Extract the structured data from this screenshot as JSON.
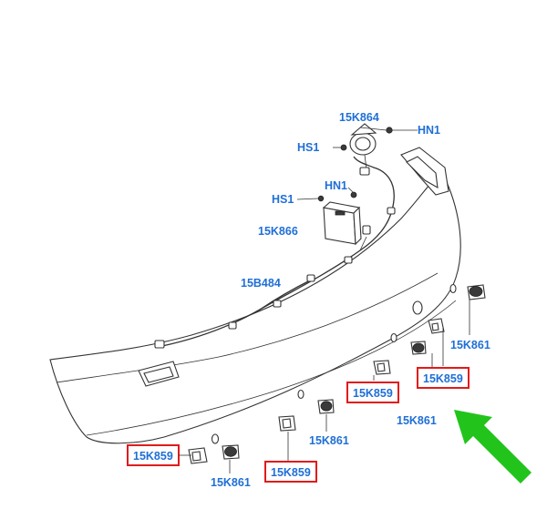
{
  "labels": {
    "p15K864": "15K864",
    "hn1_top": "HN1",
    "hs1_top": "HS1",
    "hn1_mid": "HN1",
    "hs1_mid": "HS1",
    "p15K866": "15K866",
    "p15B484": "15B484",
    "k861_right": "15K861",
    "k859_right": "15K859",
    "k859_center": "15K859",
    "k861_center": "15K861",
    "k861_lowmid": "15K861",
    "k859_left": "15K859",
    "k859_bottom": "15K859",
    "k861_left": "15K861"
  },
  "colors": {
    "label_blue": "#1f6fd6",
    "highlight_red": "#e11b1b",
    "arrow_green": "#22c41c"
  },
  "icons": {
    "arrow": "green-arrow-icon"
  }
}
